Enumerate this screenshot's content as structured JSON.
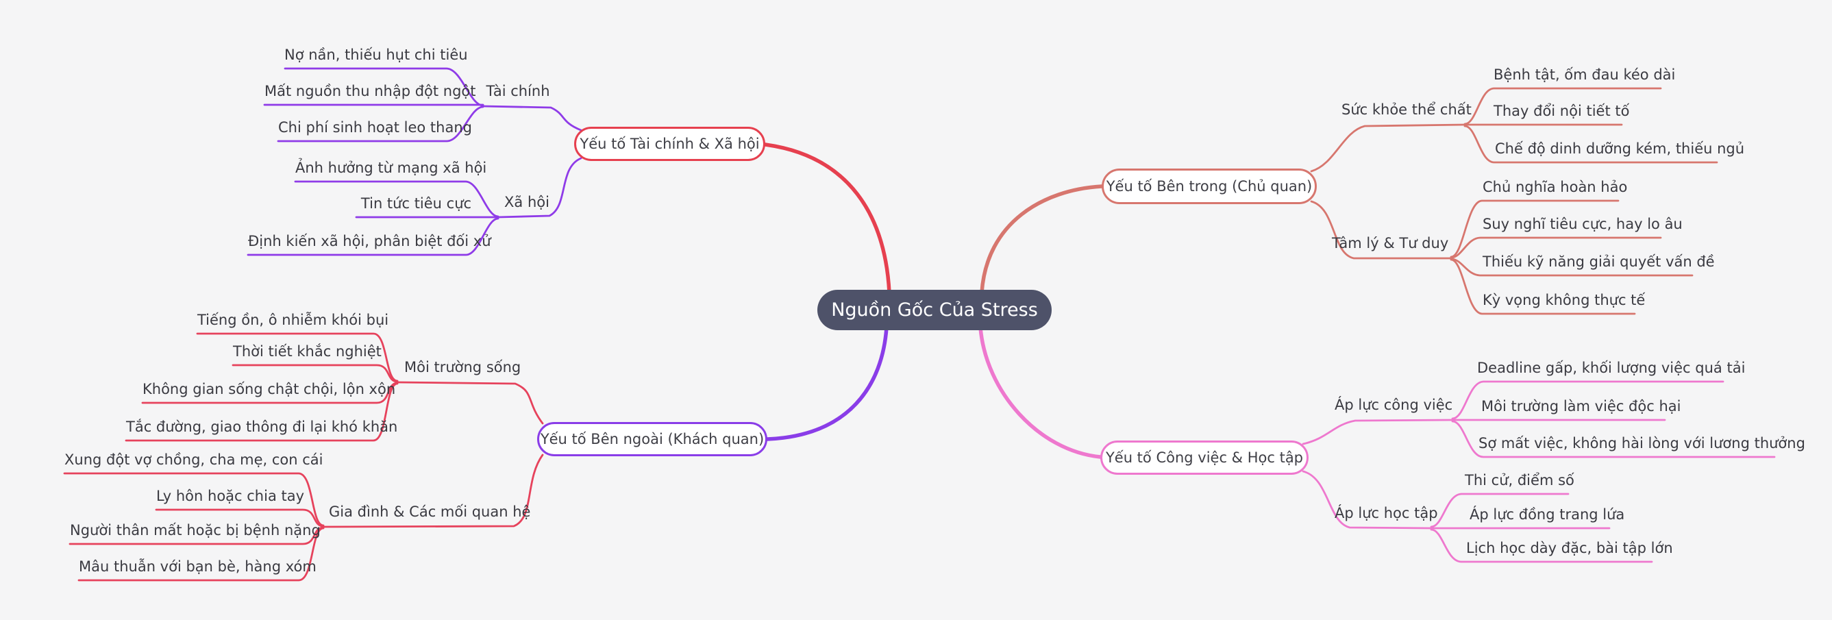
{
  "title": "Nguồn Gốc Của Stress",
  "colors": {
    "background": "#f5f5f6",
    "root_fill": "#4e5269",
    "root_text": "#ffffff",
    "text": "#3a3a41",
    "branch_red": "#e6404f",
    "branch_coral": "#d7766e",
    "branch_purple": "#8a3de8",
    "branch_pink": "#ee78ce",
    "child_crimson": "#e6425c"
  },
  "map": {
    "root": {
      "label": "Nguồn Gốc Của Stress"
    },
    "branches": [
      {
        "label": "Yếu tố Tài chính & Xã hội",
        "color": "#e6404f",
        "child_color": "#8f3be8",
        "children": [
          {
            "label": "Tài chính",
            "children": [
              {
                "label": "Nợ nần, thiếu hụt chi tiêu"
              },
              {
                "label": "Mất nguồn thu nhập đột ngột"
              },
              {
                "label": "Chi phí sinh hoạt leo thang"
              }
            ]
          },
          {
            "label": "Xã hội",
            "children": [
              {
                "label": "Ảnh hưởng từ mạng xã hội"
              },
              {
                "label": "Tin tức tiêu cực"
              },
              {
                "label": "Định kiến xã hội, phân biệt đối xử"
              }
            ]
          }
        ]
      },
      {
        "label": "Yếu tố Bên trong (Chủ quan)",
        "color": "#d7766e",
        "child_color": "#d7766e",
        "children": [
          {
            "label": "Sức khỏe thể chất",
            "children": [
              {
                "label": "Bệnh tật, ốm đau kéo dài"
              },
              {
                "label": "Thay đổi nội tiết tố"
              },
              {
                "label": "Chế độ dinh dưỡng kém, thiếu ngủ"
              }
            ]
          },
          {
            "label": "Tâm lý & Tư duy",
            "children": [
              {
                "label": "Chủ nghĩa hoàn hảo"
              },
              {
                "label": "Suy nghĩ tiêu cực, hay lo âu"
              },
              {
                "label": "Thiếu kỹ năng giải quyết vấn đề"
              },
              {
                "label": "Kỳ vọng không thực tế"
              }
            ]
          }
        ]
      },
      {
        "label": "Yếu tố Bên ngoài (Khách quan)",
        "color": "#8a3de8",
        "child_color": "#e6425c",
        "children": [
          {
            "label": "Môi trường sống",
            "children": [
              {
                "label": "Tiếng ồn, ô nhiễm khói bụi"
              },
              {
                "label": "Thời tiết khắc nghiệt"
              },
              {
                "label": "Không gian sống chật chội, lộn xộn"
              },
              {
                "label": "Tắc đường, giao thông đi lại khó khăn"
              }
            ]
          },
          {
            "label": "Gia đình & Các mối quan hệ",
            "children": [
              {
                "label": "Xung đột vợ chồng, cha mẹ, con cái"
              },
              {
                "label": "Ly hôn hoặc chia tay"
              },
              {
                "label": "Người thân mất hoặc bị bệnh nặng"
              },
              {
                "label": "Mâu thuẫn với bạn bè, hàng xóm"
              }
            ]
          }
        ]
      },
      {
        "label": "Yếu tố Công việc & Học tập",
        "color": "#ee78ce",
        "child_color": "#ee78ce",
        "children": [
          {
            "label": "Áp lực công việc",
            "children": [
              {
                "label": "Deadline gấp, khối lượng việc quá tải"
              },
              {
                "label": "Môi trường làm việc độc hại"
              },
              {
                "label": "Sợ mất việc, không hài lòng với lương thưởng"
              }
            ]
          },
          {
            "label": "Áp lực học tập",
            "children": [
              {
                "label": "Thi cử, điểm số"
              },
              {
                "label": "Áp lực đồng trang lứa"
              },
              {
                "label": "Lịch học dày đặc, bài tập lớn"
              }
            ]
          }
        ]
      }
    ]
  }
}
